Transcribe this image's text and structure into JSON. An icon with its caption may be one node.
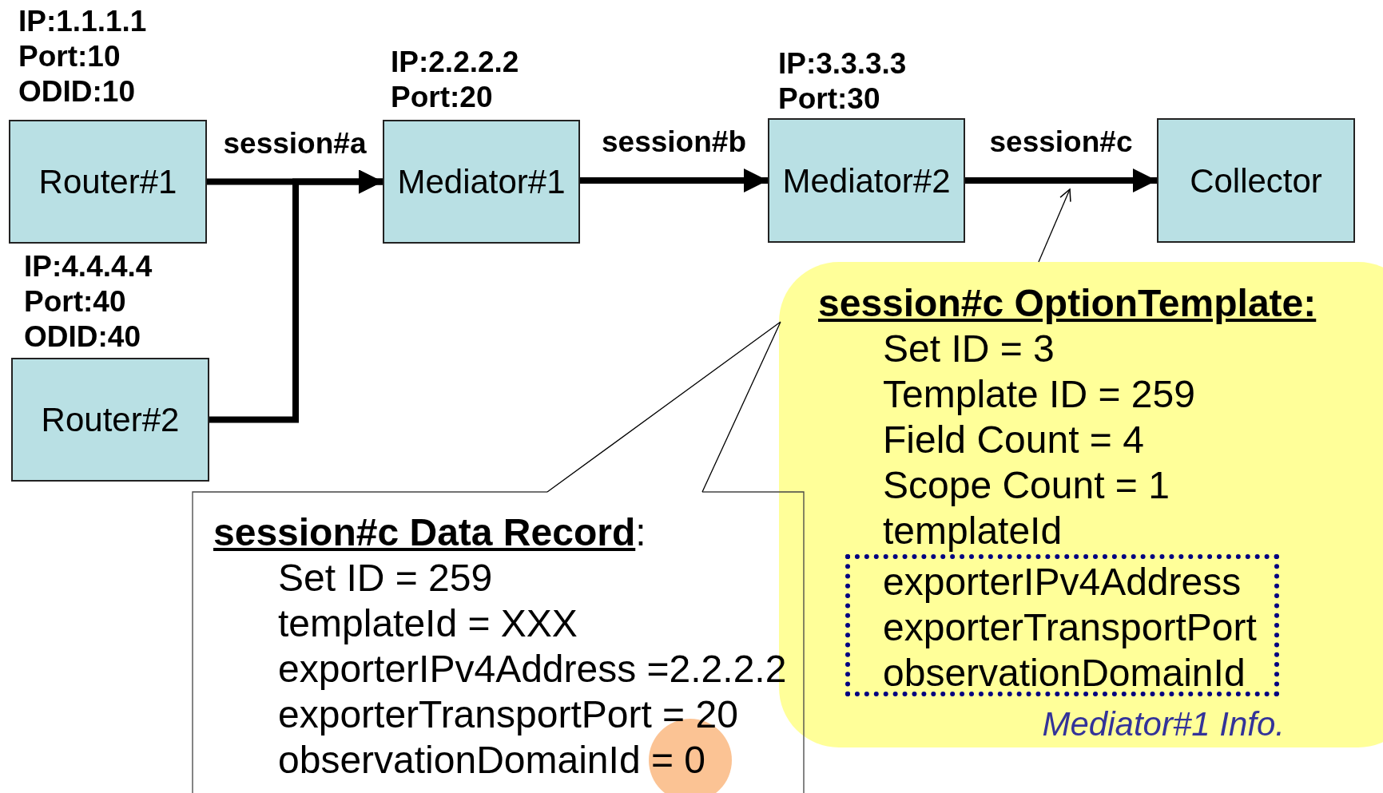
{
  "diagram": {
    "nodes": [
      {
        "text": [
          "Router#1"
        ],
        "beside": [
          "IP:1.1.1.1",
          "Port:10",
          "ODID:10"
        ]
      },
      {
        "text": [
          "Mediator#1"
        ],
        "beside": [
          "IP:2.2.2.2",
          "Port:20"
        ]
      },
      {
        "text": [
          "Mediator#2"
        ],
        "beside": [
          "IP:3.3.3.3",
          "Port:30"
        ]
      },
      {
        "text": [
          "Collector"
        ]
      },
      {
        "text": [
          "Router#2"
        ],
        "beside": [
          "IP:4.4.4.4",
          "Port:40",
          "ODID:40"
        ]
      },
      {
        "text": [
          "session#c OptionTemplate:",
          "Set ID = 3",
          "Template ID = 259",
          "Field Count = 4",
          "Scope Count = 1",
          "templateId"
        ]
      },
      {
        "text": [
          "exporterIPv4Address",
          "exporterTransportPort",
          "observationDomainId"
        ],
        "in": 5,
        "beside": [
          "Mediator#1 Info."
        ]
      },
      {
        "text": [
          "**session#c Data Record**:",
          "Set ID = 259",
          "templateId = XXX",
          "exporterIPv4Address =2.2.2.2",
          "exporterTransportPort = 20",
          "observationDomainId = 0"
        ]
      }
    ],
    "edges": [
      {
        "from": 0,
        "to": 1,
        "arrow": "to",
        "label": "session#a"
      },
      {
        "from": 4,
        "to": 1,
        "arrow": "to"
      },
      {
        "from": 1,
        "to": 2,
        "arrow": "to",
        "label": "session#b"
      },
      {
        "from": 2,
        "to": 3,
        "arrow": "to",
        "label": "session#c"
      },
      {
        "from": 5,
        "to": null,
        "arrow": "to"
      },
      {
        "from": 7,
        "to": 5,
        "arrow": "none"
      }
    ]
  }
}
